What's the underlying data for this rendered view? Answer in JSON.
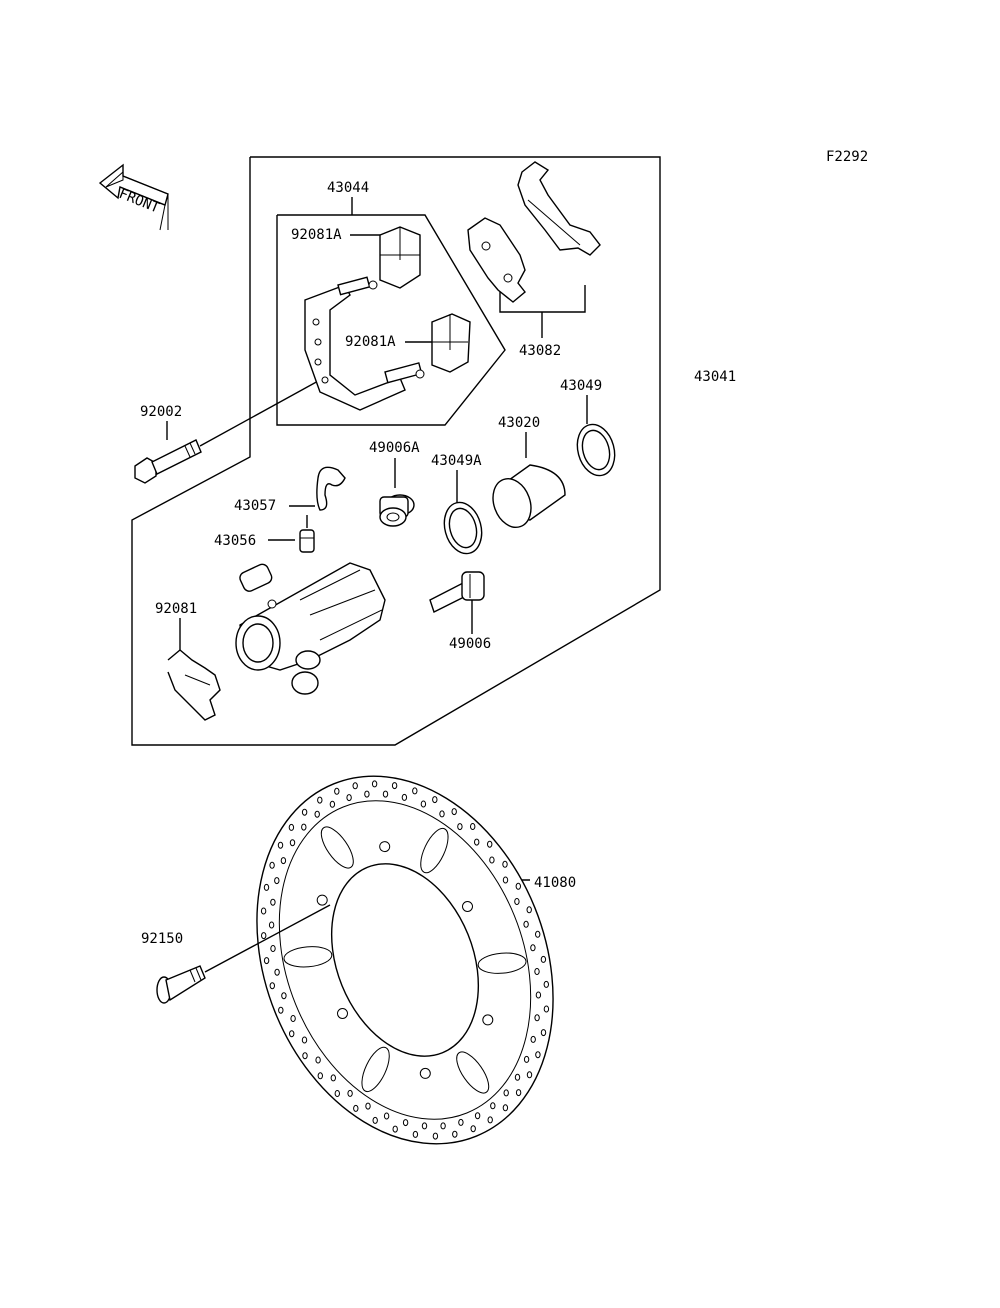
{
  "figure_code": "F2292",
  "front_label": "FRONT",
  "labels": {
    "p43044": "43044",
    "p92081A_1": "92081A",
    "p92081A_2": "92081A",
    "p43082": "43082",
    "p43041": "43041",
    "p43049": "43049",
    "p43020": "43020",
    "p49006A": "49006A",
    "p43049A": "43049A",
    "p92002": "92002",
    "p43057": "43057",
    "p43056": "43056",
    "p92081": "92081",
    "p49006": "49006",
    "p41080": "41080",
    "p92150": "92150"
  }
}
